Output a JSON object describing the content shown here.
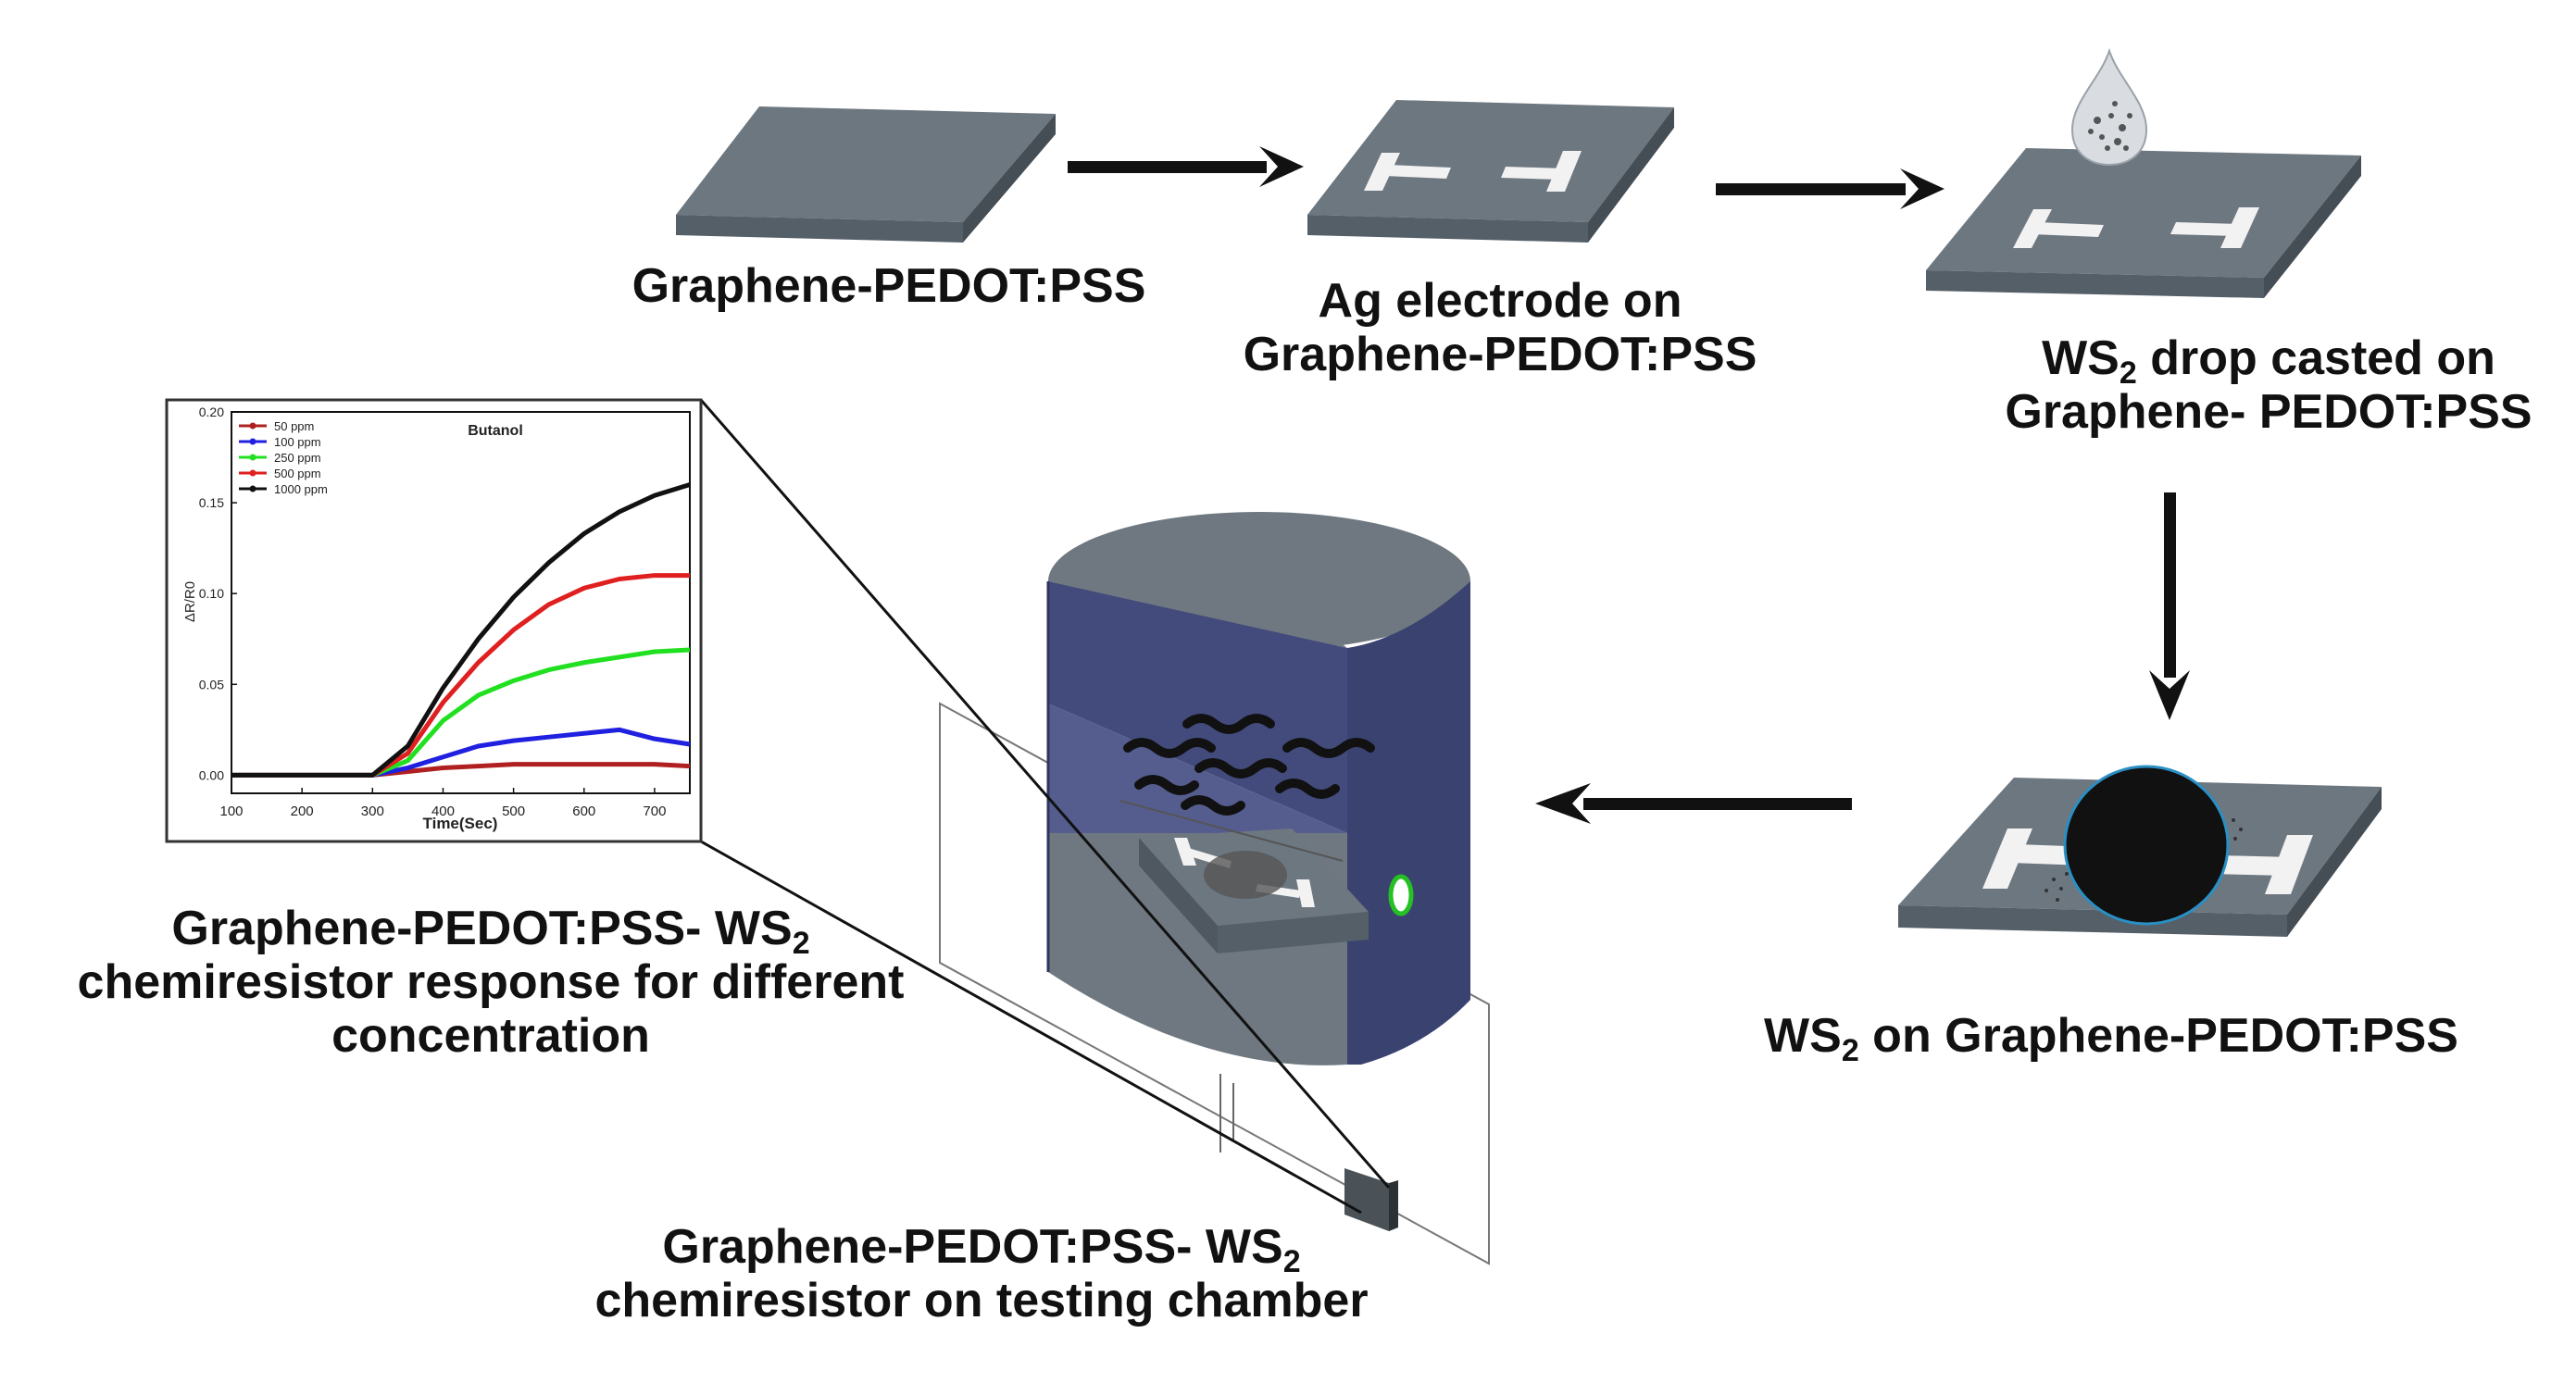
{
  "steps": {
    "step1": {
      "label": "Graphene-PEDOT:PSS"
    },
    "step2": {
      "line1": "Ag electrode on",
      "line2": "Graphene-PEDOT:PSS"
    },
    "step3": {
      "line1_a": "WS",
      "line1_sub": "2",
      "line1_b": " drop casted on",
      "line2": "Graphene- PEDOT:PSS"
    },
    "step4": {
      "a": "WS",
      "sub": "2",
      "b": " on Graphene-PEDOT:PSS"
    },
    "step5": {
      "line1_a": "Graphene-PEDOT:PSS- WS",
      "line1_sub": "2",
      "line2": "chemiresistor on testing chamber"
    },
    "step6": {
      "line1_a": "Graphene-PEDOT:PSS- WS",
      "line1_sub": "2",
      "line2": "chemiresistor response for different",
      "line3": "concentration"
    }
  },
  "colors": {
    "substrate_top": "#6d7780",
    "substrate_side": "#4f5860",
    "electrode": "#f2f2f2",
    "arrow": "#111111",
    "chamber_front": "#3a4270",
    "chamber_top": "#6f7880",
    "film": "#111111"
  },
  "chart_data": {
    "type": "line",
    "title": "Butanol",
    "xlabel": "Time(Sec)",
    "ylabel": "ΔR/R0",
    "xlim": [
      100,
      750
    ],
    "ylim": [
      -0.01,
      0.2
    ],
    "xticks": [
      "100",
      "200",
      "300",
      "400",
      "500",
      "600",
      "700"
    ],
    "yticks": [
      "0.00",
      "0.05",
      "0.10",
      "0.15",
      "0.20"
    ],
    "legend_position": "top-left",
    "series": [
      {
        "name": "50 ppm",
        "color": "#b02020",
        "x": [
          100,
          200,
          300,
          350,
          400,
          450,
          500,
          550,
          600,
          650,
          700,
          750
        ],
        "y": [
          0.0,
          0.0,
          0.0,
          0.002,
          0.004,
          0.005,
          0.006,
          0.006,
          0.006,
          0.006,
          0.006,
          0.005
        ]
      },
      {
        "name": "100 ppm",
        "color": "#2020e0",
        "x": [
          100,
          200,
          300,
          350,
          400,
          450,
          500,
          550,
          600,
          650,
          700,
          750
        ],
        "y": [
          0.0,
          0.0,
          0.0,
          0.004,
          0.01,
          0.016,
          0.019,
          0.021,
          0.023,
          0.025,
          0.02,
          0.017
        ]
      },
      {
        "name": "250 ppm",
        "color": "#20e020",
        "x": [
          100,
          200,
          300,
          350,
          400,
          450,
          500,
          550,
          600,
          650,
          700,
          750
        ],
        "y": [
          0.0,
          0.0,
          0.0,
          0.008,
          0.03,
          0.044,
          0.052,
          0.058,
          0.062,
          0.065,
          0.068,
          0.069
        ]
      },
      {
        "name": "500 ppm",
        "color": "#e02020",
        "x": [
          100,
          200,
          300,
          350,
          400,
          450,
          500,
          550,
          600,
          650,
          700,
          750
        ],
        "y": [
          0.0,
          0.0,
          0.0,
          0.012,
          0.04,
          0.062,
          0.08,
          0.094,
          0.103,
          0.108,
          0.11,
          0.11
        ]
      },
      {
        "name": "1000 ppm",
        "color": "#111111",
        "x": [
          100,
          200,
          300,
          350,
          400,
          450,
          500,
          550,
          600,
          650,
          700,
          750
        ],
        "y": [
          0.0,
          0.0,
          0.0,
          0.016,
          0.048,
          0.075,
          0.098,
          0.117,
          0.133,
          0.145,
          0.154,
          0.16
        ]
      }
    ]
  }
}
